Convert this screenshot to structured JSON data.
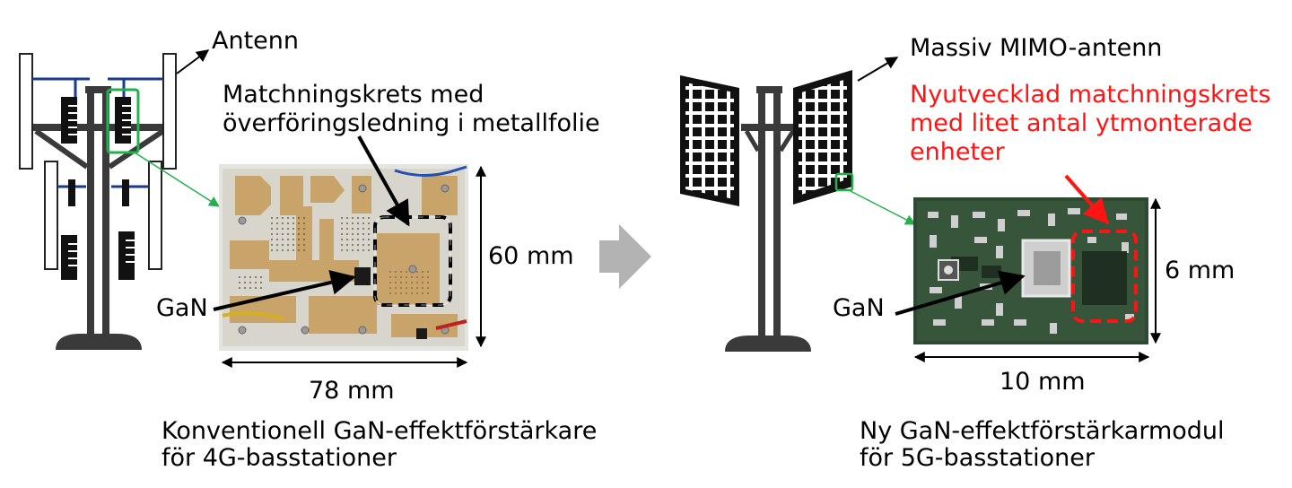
{
  "left": {
    "antenna_label": "Antenn",
    "callout_line1": "Matchningskrets med",
    "callout_line2": "överföringsledning i metallfolie",
    "gan_label": "GaN",
    "height_label": "60 mm",
    "width_label": "78 mm",
    "caption_line1": "Konventionell GaN-effektförstärkare",
    "caption_line2": "för 4G-basstationer"
  },
  "right": {
    "antenna_label": "Massiv MIMO-antenn",
    "callout_line1": "Nyutvecklad matchningskrets",
    "callout_line2": "med litet antal ytmonterade",
    "callout_line3": "enheter",
    "gan_label": "GaN",
    "height_label": "6 mm",
    "width_label": "10 mm",
    "caption_line1": "Ny GaN-effektförstärkarmodul",
    "caption_line2": "för 5G-basstationer"
  },
  "colors": {
    "callout_red": "#ff1414",
    "pointer_green": "#22b14c",
    "pcb_gold": "#c8a46a",
    "module_green": "#2f4a33",
    "tower_gray": "#3a3a3a"
  }
}
